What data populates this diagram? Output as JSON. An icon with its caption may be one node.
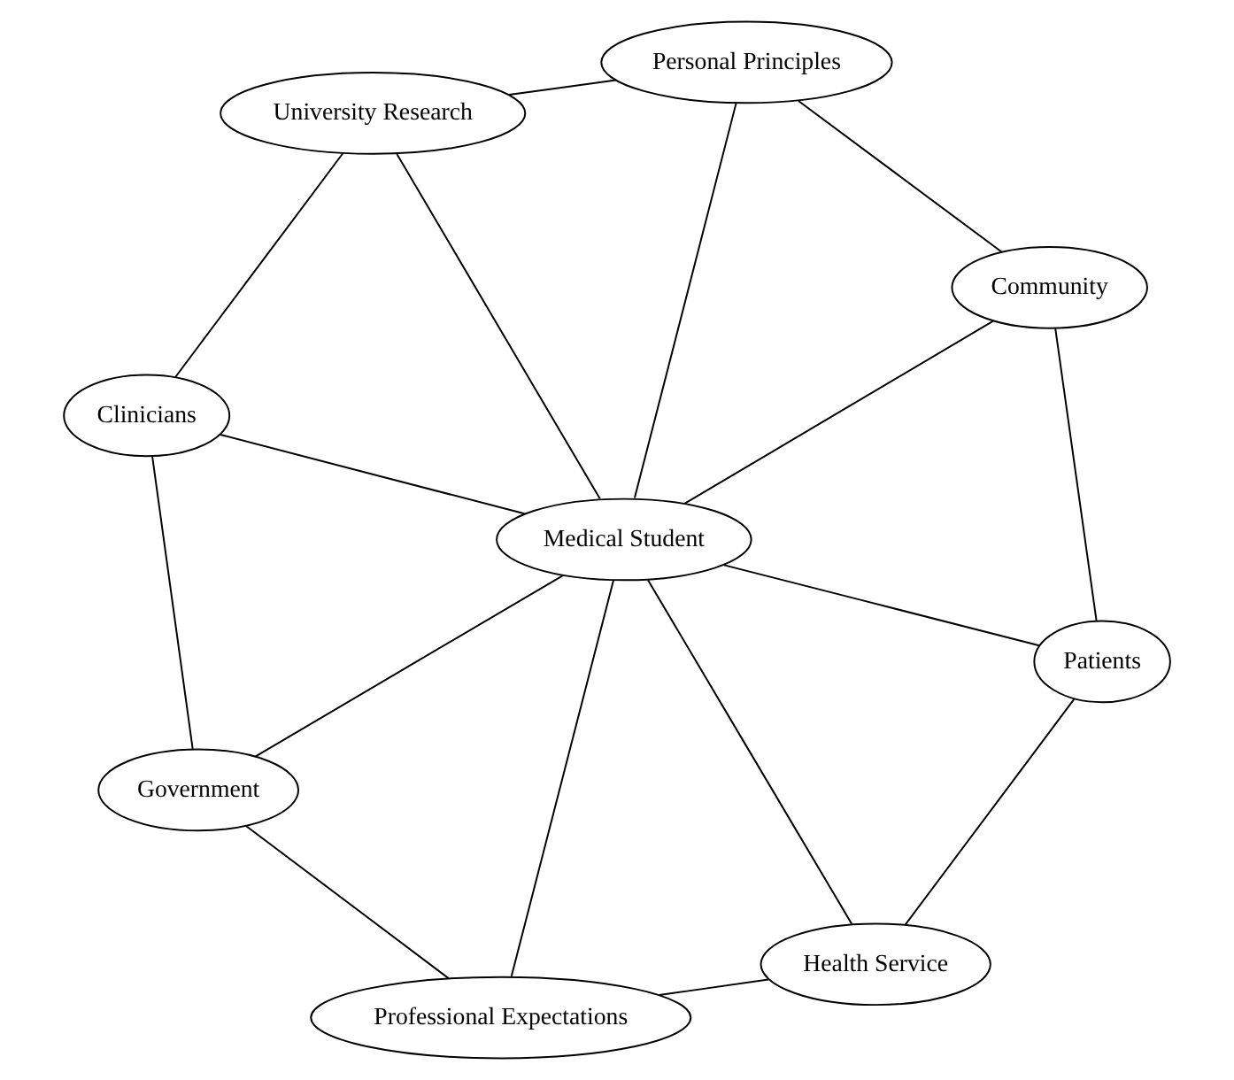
{
  "diagram": {
    "nodes": [
      {
        "text": [
          "Medical Student"
        ]
      },
      {
        "text": [
          "Patients"
        ]
      },
      {
        "text": [
          "Community"
        ]
      },
      {
        "text": [
          "Personal Principles"
        ]
      },
      {
        "text": [
          "University Research"
        ]
      },
      {
        "text": [
          "Clinicians"
        ]
      },
      {
        "text": [
          "Government"
        ]
      },
      {
        "text": [
          "Professional Expectations"
        ]
      },
      {
        "text": [
          "Health Service"
        ]
      }
    ],
    "edges": [
      {
        "from": 0,
        "to": 1,
        "arrow": "none"
      },
      {
        "from": 0,
        "to": 2,
        "arrow": "none"
      },
      {
        "from": 0,
        "to": 3,
        "arrow": "none"
      },
      {
        "from": 0,
        "to": 4,
        "arrow": "none"
      },
      {
        "from": 0,
        "to": 5,
        "arrow": "none"
      },
      {
        "from": 0,
        "to": 6,
        "arrow": "none"
      },
      {
        "from": 0,
        "to": 7,
        "arrow": "none"
      },
      {
        "from": 0,
        "to": 8,
        "arrow": "none"
      },
      {
        "from": 1,
        "to": 2,
        "arrow": "none"
      },
      {
        "from": 2,
        "to": 3,
        "arrow": "none"
      },
      {
        "from": 3,
        "to": 4,
        "arrow": "none"
      },
      {
        "from": 4,
        "to": 5,
        "arrow": "none"
      },
      {
        "from": 5,
        "to": 6,
        "arrow": "none"
      },
      {
        "from": 6,
        "to": 7,
        "arrow": "none"
      },
      {
        "from": 7,
        "to": 8,
        "arrow": "none"
      },
      {
        "from": 8,
        "to": 1,
        "arrow": "none"
      }
    ]
  }
}
